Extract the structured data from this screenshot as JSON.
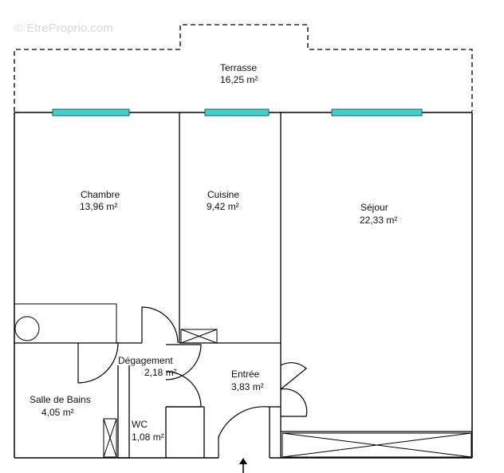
{
  "watermark": "© EtreProprio.com",
  "rooms": {
    "terrasse": {
      "name": "Terrasse",
      "area": "16,25  m²"
    },
    "chambre": {
      "name": "Chambre",
      "area": "13,96  m²"
    },
    "cuisine": {
      "name": "Cuisine",
      "area": "9,42  m²"
    },
    "sejour": {
      "name": "Séjour",
      "area": "22,33  m²"
    },
    "degagement": {
      "name": "Dégagement",
      "area": "2,18  m²"
    },
    "entree": {
      "name": "Entrée",
      "area": "3,83  m²"
    },
    "salle_de_bains": {
      "name": "Salle de Bains",
      "area": "4,05  m²"
    },
    "wc": {
      "name": "WC",
      "area": "1,08  m²"
    }
  },
  "colors": {
    "wall": "#000000",
    "window": "#40d0d0",
    "watermark": "#d9d9d9"
  }
}
